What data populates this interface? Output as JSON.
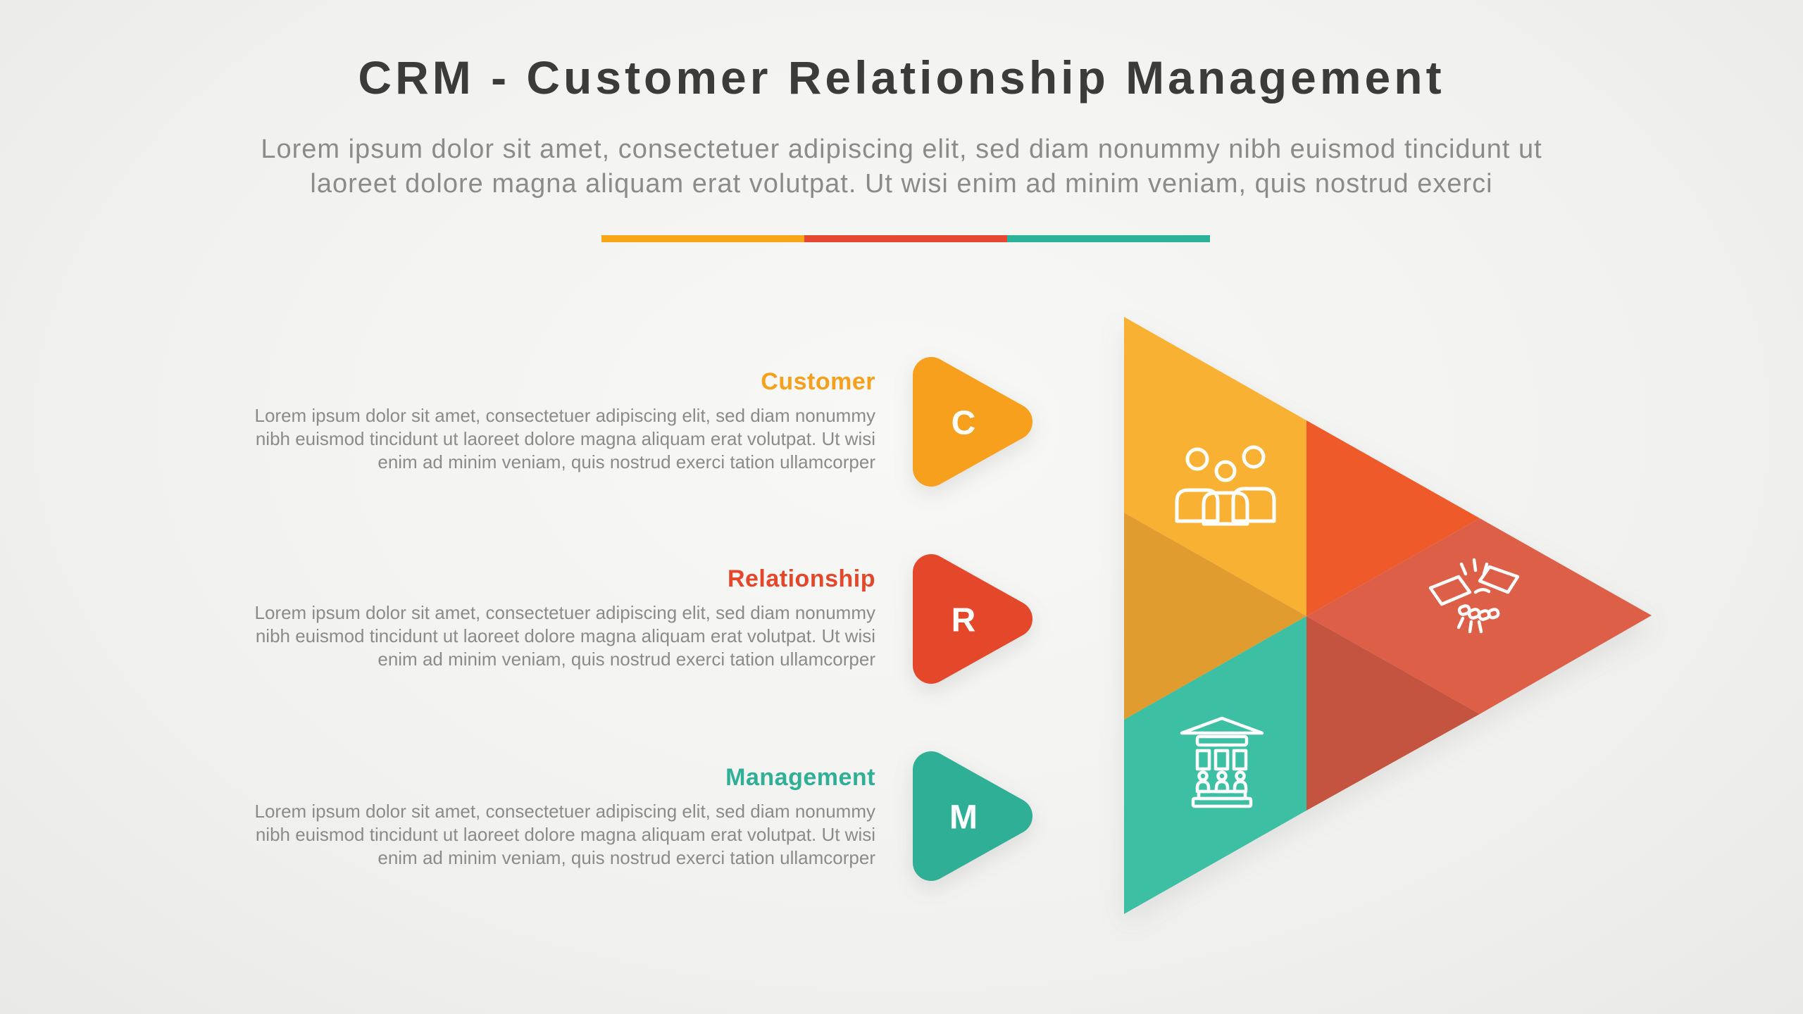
{
  "page": {
    "title": "CRM - Customer Relationship Management",
    "title_color": "#3B3B3A",
    "subtitle_lines": [
      "Lorem ipsum dolor sit amet, consectetuer adipiscing elit, sed diam nonummy nibh euismod tincidunt ut",
      "laoreet dolore magna aliquam erat volutpat. Ut wisi enim ad minim veniam, quis nostrud exerci"
    ],
    "body_text_color": "#8B8B8B"
  },
  "divider": {
    "colors": [
      "#F9A51A",
      "#E64730",
      "#2BB298"
    ]
  },
  "sections": [
    {
      "title": "Customer",
      "badge_letter": "C",
      "color": "#F7A01D",
      "icon": "people-group-icon",
      "body_lines": [
        "Lorem ipsum dolor sit amet, consectetuer adipiscing elit, sed diam nonummy",
        "nibh euismod tincidunt ut laoreet dolore magna aliquam erat volutpat. Ut wisi",
        "enim ad minim veniam, quis nostrud exerci tation ullamcorper"
      ]
    },
    {
      "title": "Relationship",
      "badge_letter": "R",
      "color": "#E5472B",
      "icon": "handshake-icon",
      "body_lines": [
        "Lorem ipsum dolor sit amet, consectetuer adipiscing elit, sed diam nonummy",
        "nibh euismod tincidunt ut laoreet dolore magna aliquam erat volutpat. Ut wisi",
        "enim ad minim veniam, quis nostrud exerci tation ullamcorper"
      ]
    },
    {
      "title": "Management",
      "badge_letter": "M",
      "color": "#2FB096",
      "icon": "bank-building-icon",
      "body_lines": [
        "Lorem ipsum dolor sit amet, consectetuer adipiscing elit, sed diam nonummy",
        "nibh euismod tincidunt ut laoreet dolore magna aliquam erat volutpat. Ut wisi",
        "enim ad minim veniam, quis nostrud exerci tation ullamcorper"
      ]
    }
  ],
  "arrow": {
    "colors": {
      "yellow": "#F9B134",
      "yellow_dark": "#E19C2F",
      "red_bright": "#EF5A2B",
      "red_light": "#DE5F48",
      "red_dark": "#C4543F",
      "teal": "#3DBFA4"
    }
  }
}
